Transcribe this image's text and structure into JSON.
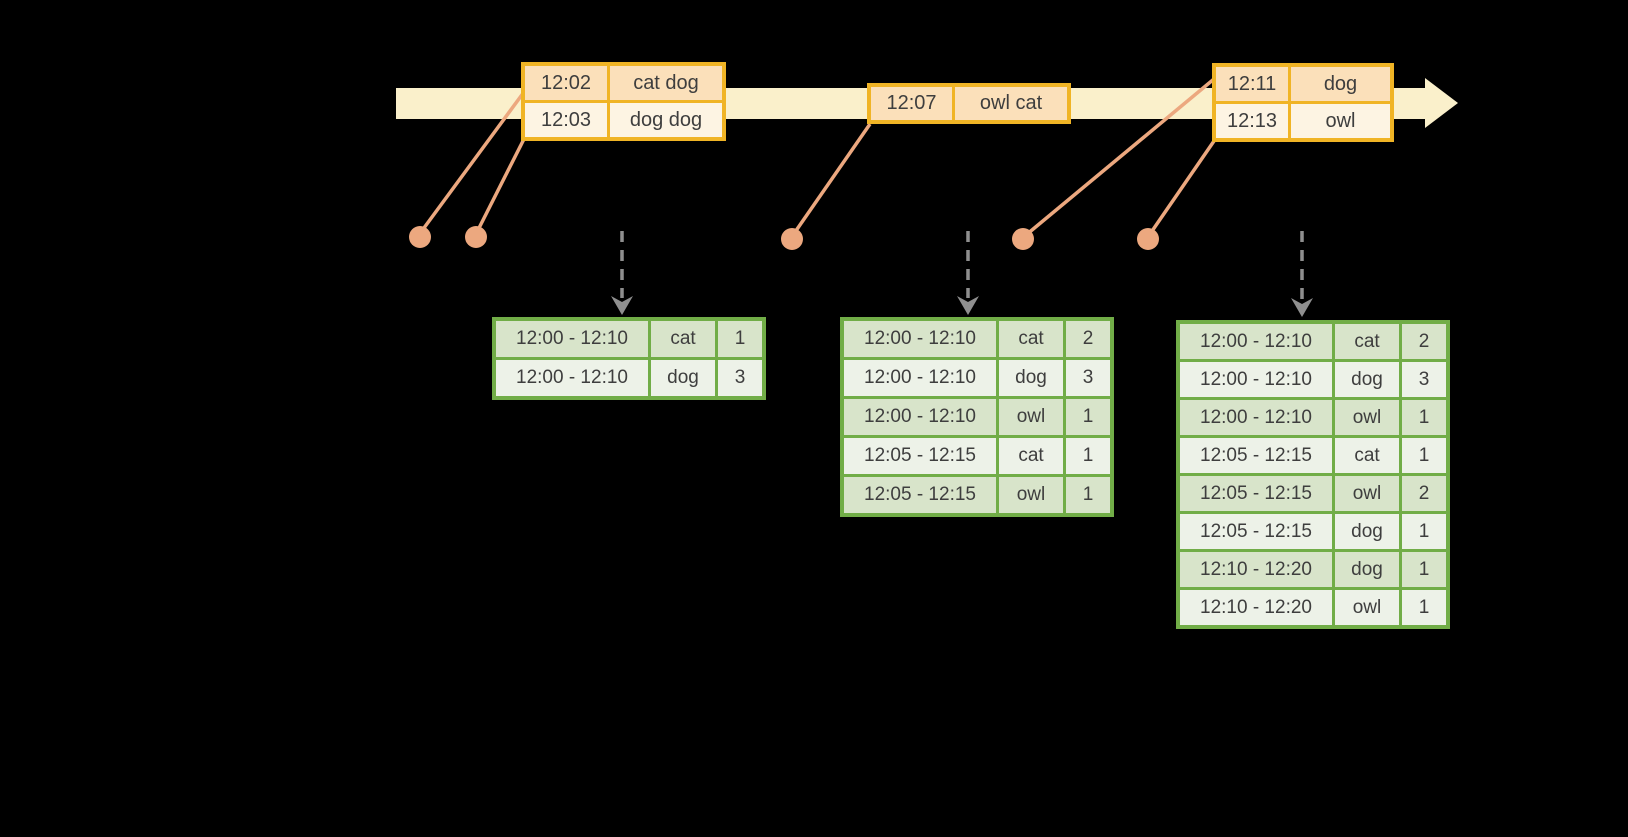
{
  "colors": {
    "background": "#000000",
    "timeline_fill": "#faf0cb",
    "event_table_border": "#f0b425",
    "event_row_orange": "#fbe0ba",
    "event_row_cream": "#fdf4e3",
    "connector_salmon": "#eca87f",
    "result_table_border": "#71ad47",
    "result_row_dark": "#d8e4ca",
    "result_row_light": "#edf2e8",
    "trigger_arrow_gray": "#8f8f8f",
    "text": "#3e3e3e"
  },
  "events": {
    "table_a": {
      "rows": [
        {
          "time": "12:02",
          "words": "cat dog"
        },
        {
          "time": "12:03",
          "words": "dog dog"
        }
      ]
    },
    "table_b": {
      "rows": [
        {
          "time": "12:07",
          "words": "owl cat"
        }
      ]
    },
    "table_c": {
      "rows": [
        {
          "time": "12:11",
          "words": "dog"
        },
        {
          "time": "12:13",
          "words": "owl"
        }
      ]
    }
  },
  "results": {
    "table_1": {
      "rows": [
        [
          "12:00 - 12:10",
          "cat",
          "1"
        ],
        [
          "12:00 - 12:10",
          "dog",
          "3"
        ]
      ]
    },
    "table_2": {
      "rows": [
        [
          "12:00 - 12:10",
          "cat",
          "2"
        ],
        [
          "12:00 - 12:10",
          "dog",
          "3"
        ],
        [
          "12:00 - 12:10",
          "owl",
          "1"
        ],
        [
          "12:05 - 12:15",
          "cat",
          "1"
        ],
        [
          "12:05 - 12:15",
          "owl",
          "1"
        ]
      ]
    },
    "table_3": {
      "rows": [
        [
          "12:00 - 12:10",
          "cat",
          "2"
        ],
        [
          "12:00 - 12:10",
          "dog",
          "3"
        ],
        [
          "12:00 - 12:10",
          "owl",
          "1"
        ],
        [
          "12:05 - 12:15",
          "cat",
          "1"
        ],
        [
          "12:05 - 12:15",
          "owl",
          "2"
        ],
        [
          "12:05 - 12:15",
          "dog",
          "1"
        ],
        [
          "12:10 - 12:20",
          "dog",
          "1"
        ],
        [
          "12:10 - 12:20",
          "owl",
          "1"
        ]
      ]
    }
  }
}
